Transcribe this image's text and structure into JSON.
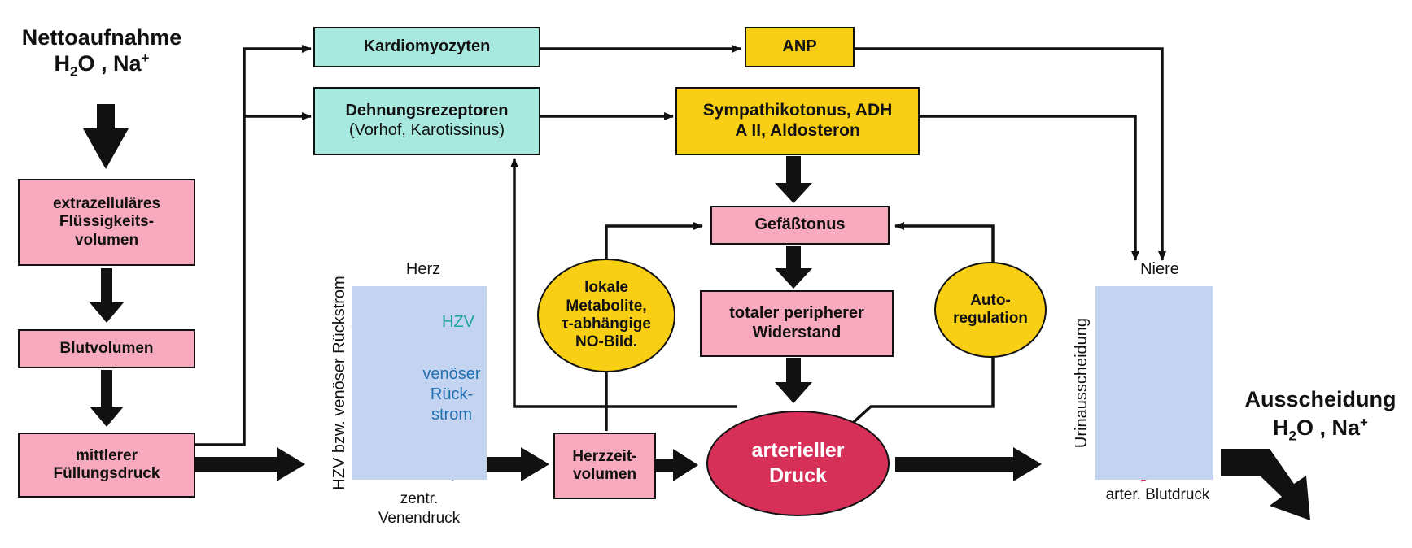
{
  "intake": {
    "title": "Nettoaufnahme",
    "formula_h2o": "H",
    "formula_sub": "2",
    "formula_rest": "O , Na",
    "formula_sup": "+"
  },
  "excretion": {
    "title": "Ausscheidung",
    "formula_h2o": "H",
    "formula_sub": "2",
    "formula_rest": "O , Na",
    "formula_sup": "+"
  },
  "boxes": {
    "ecf": [
      "extrazelluläres",
      "Flüssigkeits-",
      "volumen"
    ],
    "blood_volume": "Blutvolumen",
    "filling_pressure": [
      "mittlerer",
      "Füllungsdruck"
    ],
    "cardiomyocytes": "Kardiomyozyten",
    "stretch_receptors": [
      "Dehnungsrezeptoren",
      "(Vorhof, Karotissinus)"
    ],
    "anp": "ANP",
    "sympathetic": [
      "Sympathikotonus, ADH",
      "A II, Aldosteron"
    ],
    "vascular_tone": "Gefäßtonus",
    "tpr": [
      "totaler peripherer",
      "Widerstand"
    ],
    "cardiac_output": [
      "Herzzeit-",
      "volumen"
    ],
    "arterial_pressure": [
      "arterieller",
      "Druck"
    ]
  },
  "ovals": {
    "metabolites": [
      "lokale",
      "Metabolite,",
      "τ-abhängige",
      "NO-Bild."
    ],
    "autoregulation": [
      "Auto-",
      "regulation"
    ]
  },
  "heart_plot": {
    "title": "Herz",
    "ylabel": "HZV bzw. venöser Rückstrom",
    "xlabel": [
      "zentr.",
      "Venendruck"
    ],
    "curve_hzv": "HZV",
    "curve_venous": [
      "venöser",
      "Rück-",
      "strom"
    ]
  },
  "kidney_plot": {
    "title": "Niere",
    "ylabel": "Urinausscheidung",
    "xlabel": "arter. Blutdruck"
  },
  "colors": {
    "pink": "#f7a9bd",
    "teal": "#a7e8df",
    "yellow": "#f8cf14",
    "crimson": "#d62f58",
    "plot_bg": "#c3d3f0",
    "hzv_curve": "#1ba79a",
    "venous_curve": "#1f6fb0",
    "kidney_curve": "#d62f58"
  }
}
